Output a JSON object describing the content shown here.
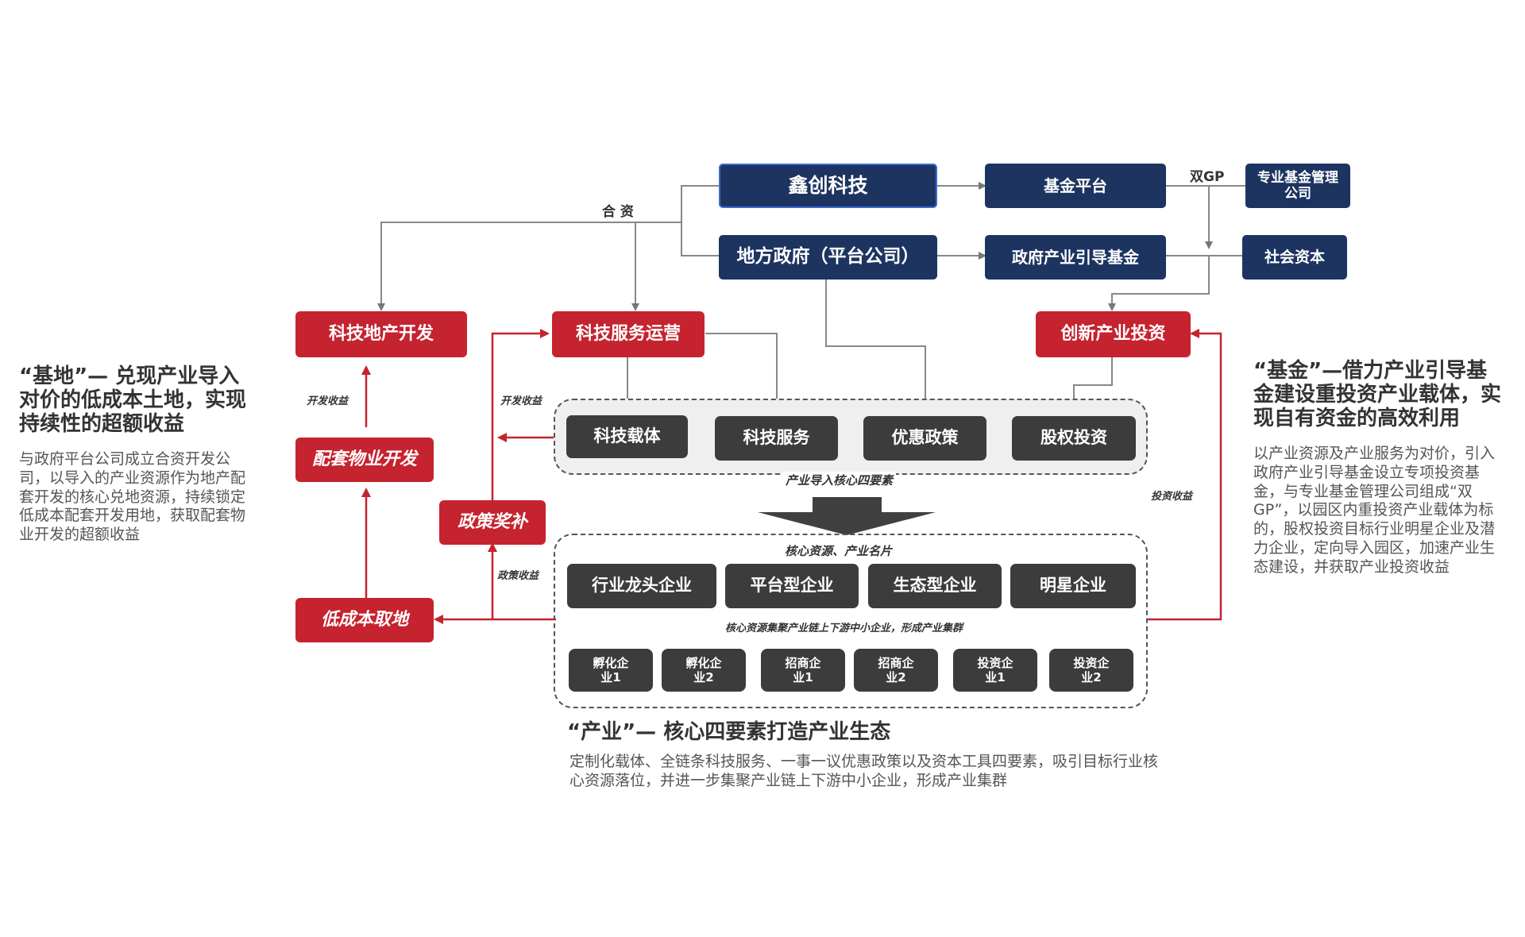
{
  "left_panel": {
    "title": "“基地”— 兑现产业导入对价的低成本土地，实现持续性的超额收益",
    "text": "与政府平台公司成立合资开发公司，以导入的产业资源作为地产配套开发的核心兑地资源，持续锁定低成本配套开发用地，获取配套物业开发的超额收益"
  },
  "right_panel": {
    "title": "“基金”—借力产业引导基金建设重投资产业载体，实现自有资金的高效利用",
    "text": "以产业资源及产业服务为对价，引入政府产业引导基金设立专项投资基金，与专业基金管理公司组成“双GP”，以园区内重投资产业载体为标的，股权投资目标行业明星企业及潜力企业，定向导入园区，加速产业生态建设，并获取产业投资收益"
  },
  "bottom_panel": {
    "title": "“产业”— 核心四要素打造产业生态",
    "text": "定制化载体、全链条科技服务、一事一议优惠政策以及资本工具四要素，吸引目标行业核心资源落位，并进一步集聚产业链上下游中小企业，形成产业集群"
  },
  "top_nodes": {
    "xinchuang": "鑫创科技",
    "local_gov": "地方政府（平台公司）",
    "fund_platform": "基金平台",
    "gov_fund": "政府产业引导基金",
    "pro_fund": "专业基金管理公司",
    "social_capital": "社会资本"
  },
  "red_nodes": {
    "tech_realestate": "科技地产开发",
    "tech_service_ops": "科技服务运营",
    "innovation_invest": "创新产业投资",
    "supporting_property": "配套物业开发",
    "policy_subsidy": "政策奖补",
    "low_cost_land": "低成本取地"
  },
  "four_elements": [
    "科技载体",
    "科技服务",
    "优惠政策",
    "股权投资"
  ],
  "four_elements_label": "产业导入核心四要素",
  "core_resources_label": "核心资源、产业名片",
  "core_resources": [
    "行业龙头企业",
    "平台型企业",
    "生态型企业",
    "明星企业"
  ],
  "cluster_label": "核心资源集聚产业链上下游中小企业，形成产业集群",
  "small_firms": [
    "孵化企业1",
    "孵化企业2",
    "招商企业1",
    "招商企业2",
    "投资企业1",
    "投资企业2"
  ],
  "edge_labels": {
    "joint_venture": "合 资",
    "dual_gp": "双GP",
    "dev_income_1": "开发收益",
    "dev_income_2": "开发收益",
    "policy_income": "政策收益",
    "invest_income": "投资收益"
  },
  "colors": {
    "navy": "#1d3461",
    "red": "#c5232f",
    "gray": "#3c3c3c"
  }
}
